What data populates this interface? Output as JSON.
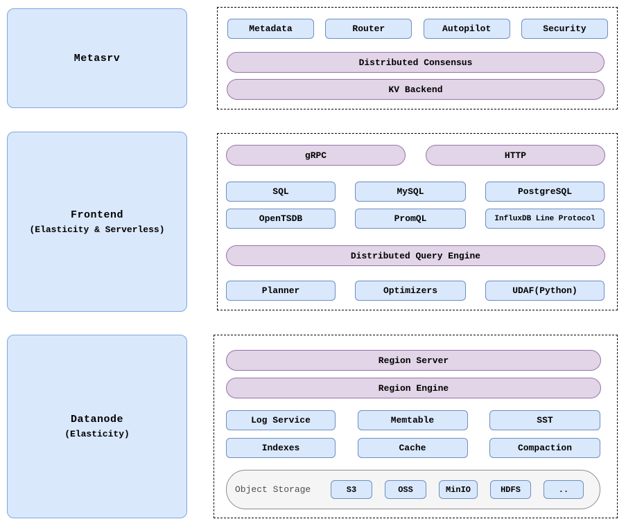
{
  "palette": {
    "node_fill": "#dae8fc",
    "node_border": "#6c8ebf",
    "big_box_border": "#7ea6e0",
    "pill_fill": "#e1d5e7",
    "pill_border": "#9673a6",
    "storage_fill": "#f5f5f5",
    "storage_border": "#8c8c8c",
    "panel_border": "#000000"
  },
  "metasrv": {
    "title": "Metasrv",
    "components": [
      "Metadata",
      "Router",
      "Autopilot",
      "Security"
    ],
    "consensus": "Distributed Consensus",
    "kv_backend": "KV Backend"
  },
  "frontend": {
    "title": "Frontend",
    "subtitle": "(Elasticity & Serverless)",
    "grpc": "gRPC",
    "http": "HTTP",
    "protocols_row1": [
      "SQL",
      "MySQL",
      "PostgreSQL"
    ],
    "protocols_row2": [
      "OpenTSDB",
      "PromQL",
      "InfluxDB Line Protocol"
    ],
    "query_engine": "Distributed Query Engine",
    "engine_row": [
      "Planner",
      "Optimizers",
      "UDAF(Python)"
    ]
  },
  "datanode": {
    "title": "Datanode",
    "subtitle": "(Elasticity)",
    "region_server": "Region Server",
    "region_engine": "Region Engine",
    "row1": [
      "Log Service",
      "Memtable",
      "SST"
    ],
    "row2": [
      "Indexes",
      "Cache",
      "Compaction"
    ],
    "object_storage": {
      "label": "Object Storage",
      "backends": [
        "S3",
        "OSS",
        "MinIO",
        "HDFS",
        ".."
      ]
    }
  }
}
